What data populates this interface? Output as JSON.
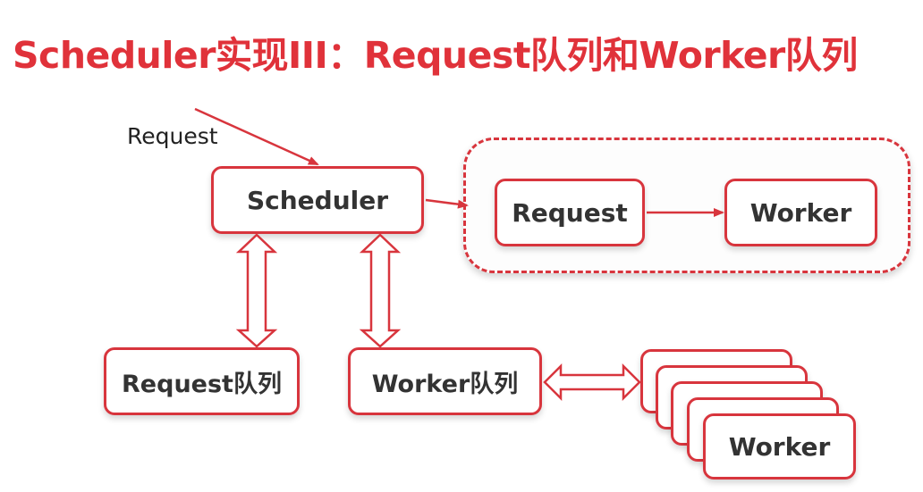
{
  "title": "Scheduler实现III：Request队列和Worker队列",
  "incoming_label": "Request",
  "nodes": {
    "scheduler": "Scheduler",
    "request": "Request",
    "worker": "Worker",
    "request_queue": "Request队列",
    "worker_queue": "Worker队列",
    "worker_stack_top": "Worker"
  },
  "colors": {
    "accent": "#d8353d",
    "title": "#e0323a",
    "text": "#333333"
  }
}
